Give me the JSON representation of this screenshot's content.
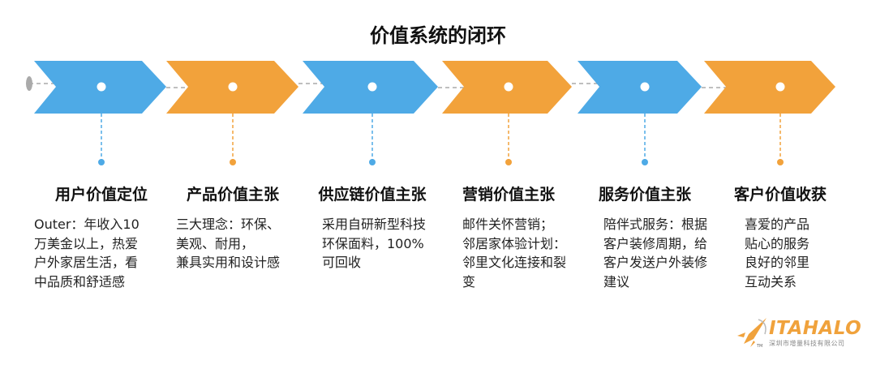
{
  "title": "价值系统的闭环",
  "colors": {
    "blue": "#4eaae6",
    "orange": "#f2a23b",
    "connector": "#aaaaaa"
  },
  "stages": [
    {
      "heading": "用户价值定位",
      "color": "blue",
      "body": "Outer：年收入10\n万美金以上，热爱\n户外家居生活，看\n中品质和舒适感"
    },
    {
      "heading": "产品价值主张",
      "color": "orange",
      "body": "三大理念：环保、\n美观、耐用，\n兼具实用和设计感"
    },
    {
      "heading": "供应链价值主张",
      "color": "blue",
      "body": "采用自研新型科技\n环保面料，100%\n可回收"
    },
    {
      "heading": "营销价值主张",
      "color": "orange",
      "body": "邮件关怀营销；\n邻居家体验计划：\n邻里文化连接和裂\n变"
    },
    {
      "heading": "服务价值主张",
      "color": "blue",
      "body": "陪伴式服务：根据\n客户装修周期，给\n客户发送户外装修\n建议"
    },
    {
      "heading": "客户价值收获",
      "color": "orange",
      "body": "喜爱的产品\n贴心的服务\n良好的邻里\n互动关系"
    }
  ],
  "logo": {
    "name": "ITAHALO",
    "subtitle": "深圳市增量科技有限公司",
    "tm": "TM"
  }
}
